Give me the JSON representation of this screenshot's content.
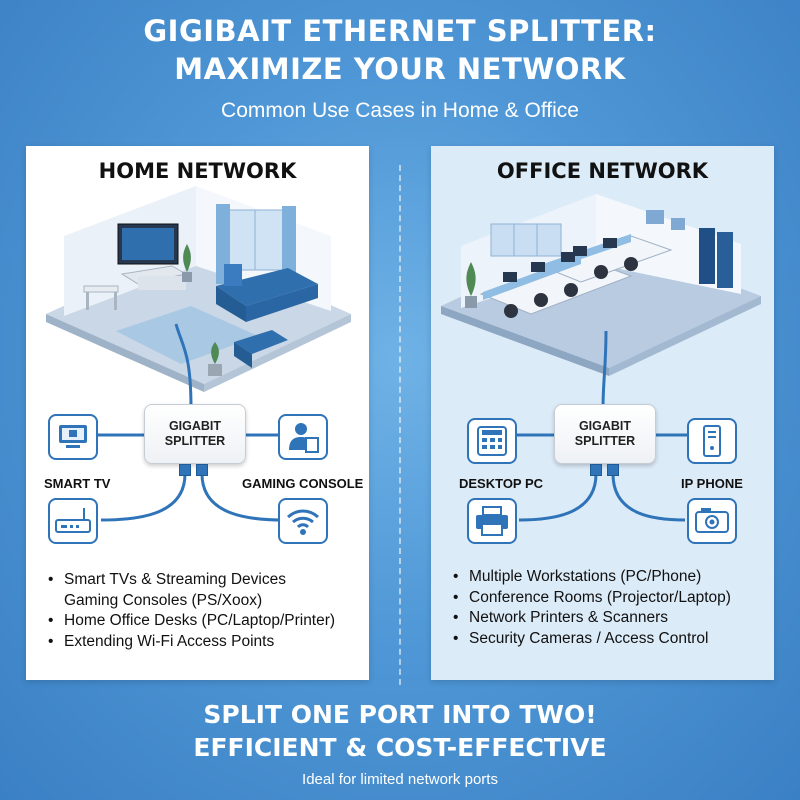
{
  "header": {
    "title_line1": "GIGIBAIT ETHERNET SPLITTER:",
    "title_line2": "MAXIMIZE YOUR NETWORK",
    "subtitle": "Common Use Cases in Home & Office"
  },
  "home": {
    "title": "HOME NETWORK",
    "splitter_line1": "GIGABIT",
    "splitter_line2": "SPLITTER",
    "devices": [
      {
        "label": "SMART TV",
        "icon": "tv-icon"
      },
      {
        "label": "GAMING CONSOLE",
        "icon": "gamer-icon"
      },
      {
        "label": "",
        "icon": "router-icon"
      },
      {
        "label": "",
        "icon": "wifi-icon"
      }
    ],
    "bullets": [
      {
        "text": "Smart TVs & Streaming Devices",
        "dot": true
      },
      {
        "text": "Gaming Consoles (PS/Xoox)",
        "dot": false
      },
      {
        "text": "Home Office Desks (PC/Laptop/Printer)",
        "dot": true
      },
      {
        "text": "Extending Wi-Fi Access Points",
        "dot": true
      }
    ]
  },
  "office": {
    "title": "OFFICE NETWORK",
    "splitter_line1": "GIGABIT",
    "splitter_line2": "SPLITTER",
    "devices": [
      {
        "label": "DESKTOP PC",
        "icon": "phone-keypad-icon"
      },
      {
        "label": "IP PHONE",
        "icon": "pc-tower-icon"
      },
      {
        "label": "",
        "icon": "printer-icon"
      },
      {
        "label": "",
        "icon": "camera-icon"
      }
    ],
    "bullets": [
      {
        "text": "Multiple Workstations (PC/Phone)",
        "dot": true
      },
      {
        "text": "Conference Rooms (Projector/Laptop)",
        "dot": true
      },
      {
        "text": "Network Printers & Scanners",
        "dot": true
      },
      {
        "text": "Security Cameras / Access Control",
        "dot": true
      }
    ]
  },
  "footer": {
    "line1": "SPLIT ONE PORT INTO TWO!",
    "line2": "EFFICIENT & COST-EFFECTIVE",
    "line3": "Ideal for limited network ports"
  },
  "colors": {
    "background": "#4f97d6",
    "accent": "#2f74b9",
    "office_panel": "#dcebf8",
    "home_panel": "#ffffff"
  }
}
